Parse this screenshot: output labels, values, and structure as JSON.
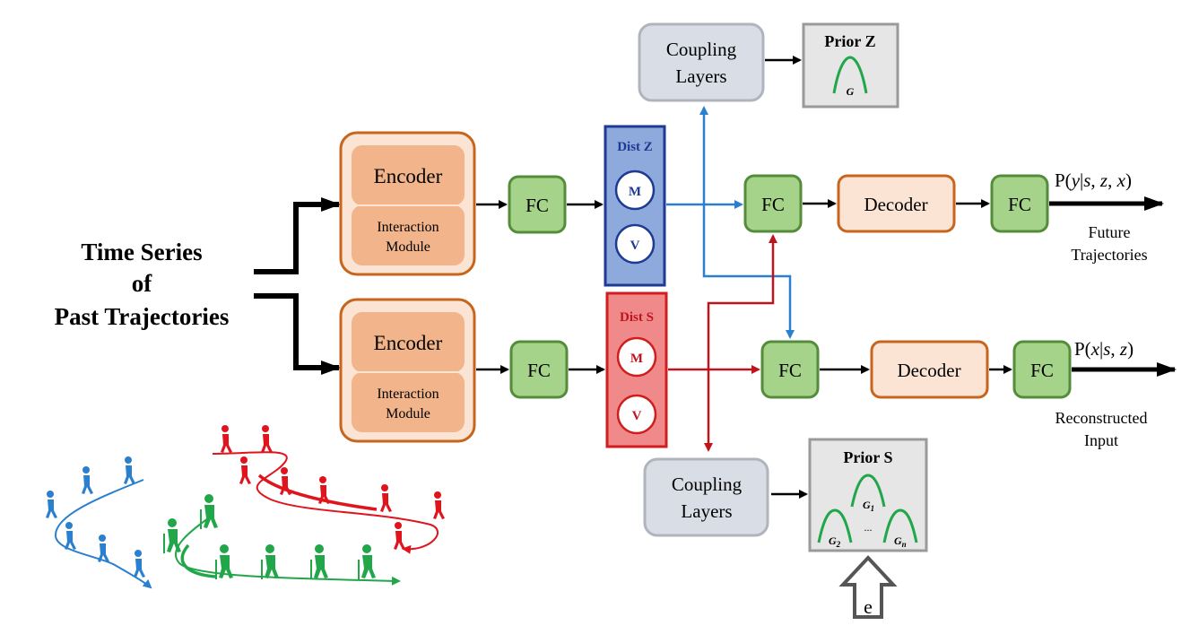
{
  "input": {
    "line1": "Time Series",
    "line2": "of",
    "line3": "Past Trajectories"
  },
  "encoder_top": {
    "encoder": "Encoder",
    "interaction_line1": "Interaction",
    "interaction_line2": "Module"
  },
  "encoder_bottom": {
    "encoder": "Encoder",
    "interaction_line1": "Interaction",
    "interaction_line2": "Module"
  },
  "fc_label": "FC",
  "dist_z": {
    "title": "Dist Z",
    "m": "M",
    "v": "V"
  },
  "dist_s": {
    "title": "Dist S",
    "m": "M",
    "v": "V"
  },
  "coupling_top": {
    "line1": "Coupling",
    "line2": "Layers"
  },
  "coupling_bottom": {
    "line1": "Coupling",
    "line2": "Layers"
  },
  "prior_z": {
    "title": "Prior Z",
    "g": "G"
  },
  "prior_s": {
    "title": "Prior S",
    "g1": "G",
    "g1_sub": "1",
    "g2": "G",
    "g2_sub": "2",
    "gn": "G",
    "gn_sub": "n",
    "dots": "..."
  },
  "e_label": "e",
  "decoder_label": "Decoder",
  "output_top": {
    "formula_p": "P(",
    "formula_y": "y",
    "formula_rest1": "|",
    "formula_s": "s",
    "formula_c1": ", ",
    "formula_z": "z",
    "formula_c2": ", ",
    "formula_x": "x",
    "formula_end": ")",
    "line1": "Future",
    "line2": "Trajectories"
  },
  "output_bottom": {
    "formula_p": "P(",
    "formula_x": "x",
    "formula_rest1": "|",
    "formula_s": "s",
    "formula_c1": ", ",
    "formula_z": "z",
    "formula_end": ")",
    "line1": "Reconstructed",
    "line2": "Input"
  },
  "colors": {
    "encoder_outer_fill": "#fbe4d4",
    "encoder_outer_stroke": "#c8651d",
    "encoder_inner_fill": "#f2b48a",
    "fc_fill": "#a6d38a",
    "fc_stroke": "#548c3a",
    "dist_z_fill": "#8ea9db",
    "dist_z_stroke": "#1f3a93",
    "dist_s_fill": "#f08a8a",
    "dist_s_stroke": "#d11d1d",
    "coupling_fill": "#d9dde6",
    "coupling_stroke": "#b0b4bd",
    "prior_fill": "#e6e6e6",
    "prior_stroke": "#9a9a9a",
    "decoder_fill": "#fbe4d4",
    "decoder_stroke": "#c8651d",
    "blue_arrow": "#2a7fcf",
    "red_arrow": "#c0141c",
    "gaussian": "#21a64a",
    "walker_blue": "#2a7fcf",
    "walker_red": "#e0141c",
    "walker_green": "#21a64a"
  }
}
